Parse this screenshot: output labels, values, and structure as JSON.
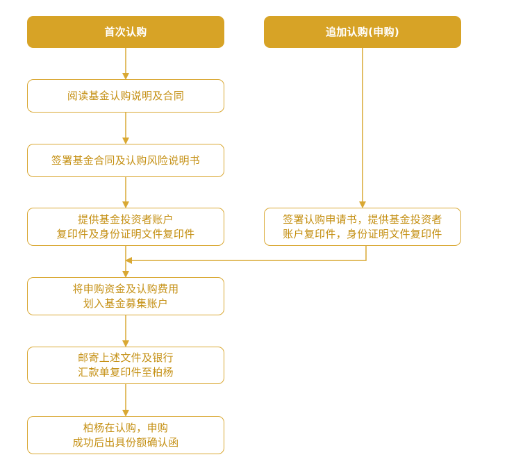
{
  "colors": {
    "header_fill": "#d7a326",
    "header_text": "#ffffff",
    "box_border": "#d9a833",
    "box_text": "#c48f12",
    "connector": "#d9a833"
  },
  "left_column": {
    "header": "首次认购",
    "steps": [
      {
        "lines": [
          "阅读基金认购说明及合同"
        ]
      },
      {
        "lines": [
          "签署基金合同及认购风险说明书"
        ]
      },
      {
        "lines": [
          "提供基金投资者账户",
          "复印件及身份证明文件复印件"
        ]
      },
      {
        "lines": [
          "将申购资金及认购费用",
          "划入基金募集账户"
        ]
      },
      {
        "lines": [
          "邮寄上述文件及银行",
          "汇款单复印件至柏杨"
        ]
      },
      {
        "lines": [
          "柏杨在认购，申购",
          "成功后出具份额确认函"
        ]
      }
    ]
  },
  "right_column": {
    "header": "追加认购(申购)",
    "steps": [
      {
        "lines": [
          "签署认购申请书，提供基金投资者",
          "账户复印件，身份证明文件复印件"
        ]
      }
    ]
  }
}
